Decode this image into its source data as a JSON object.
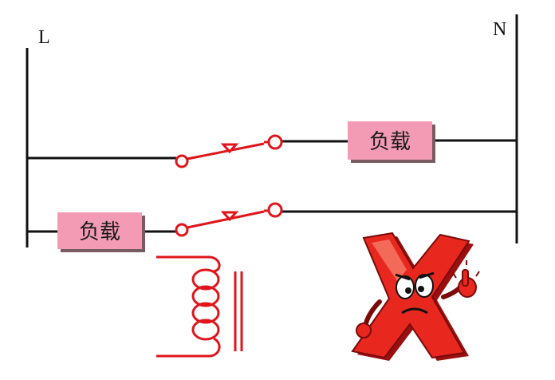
{
  "diagram": {
    "rail_left_label": "L",
    "rail_right_label": "N",
    "load_top_label": "负载",
    "load_bottom_label": "负载",
    "colors": {
      "wire": "#111111",
      "contact": "#e0151a",
      "load_fill": "#f39bb4",
      "load_shadow": "#7a5a62",
      "cross_fill": "#e8281e",
      "cross_dark": "#9a1010"
    },
    "icons": [
      "relay-coil-icon",
      "wrong-cross-mascot-icon"
    ]
  }
}
